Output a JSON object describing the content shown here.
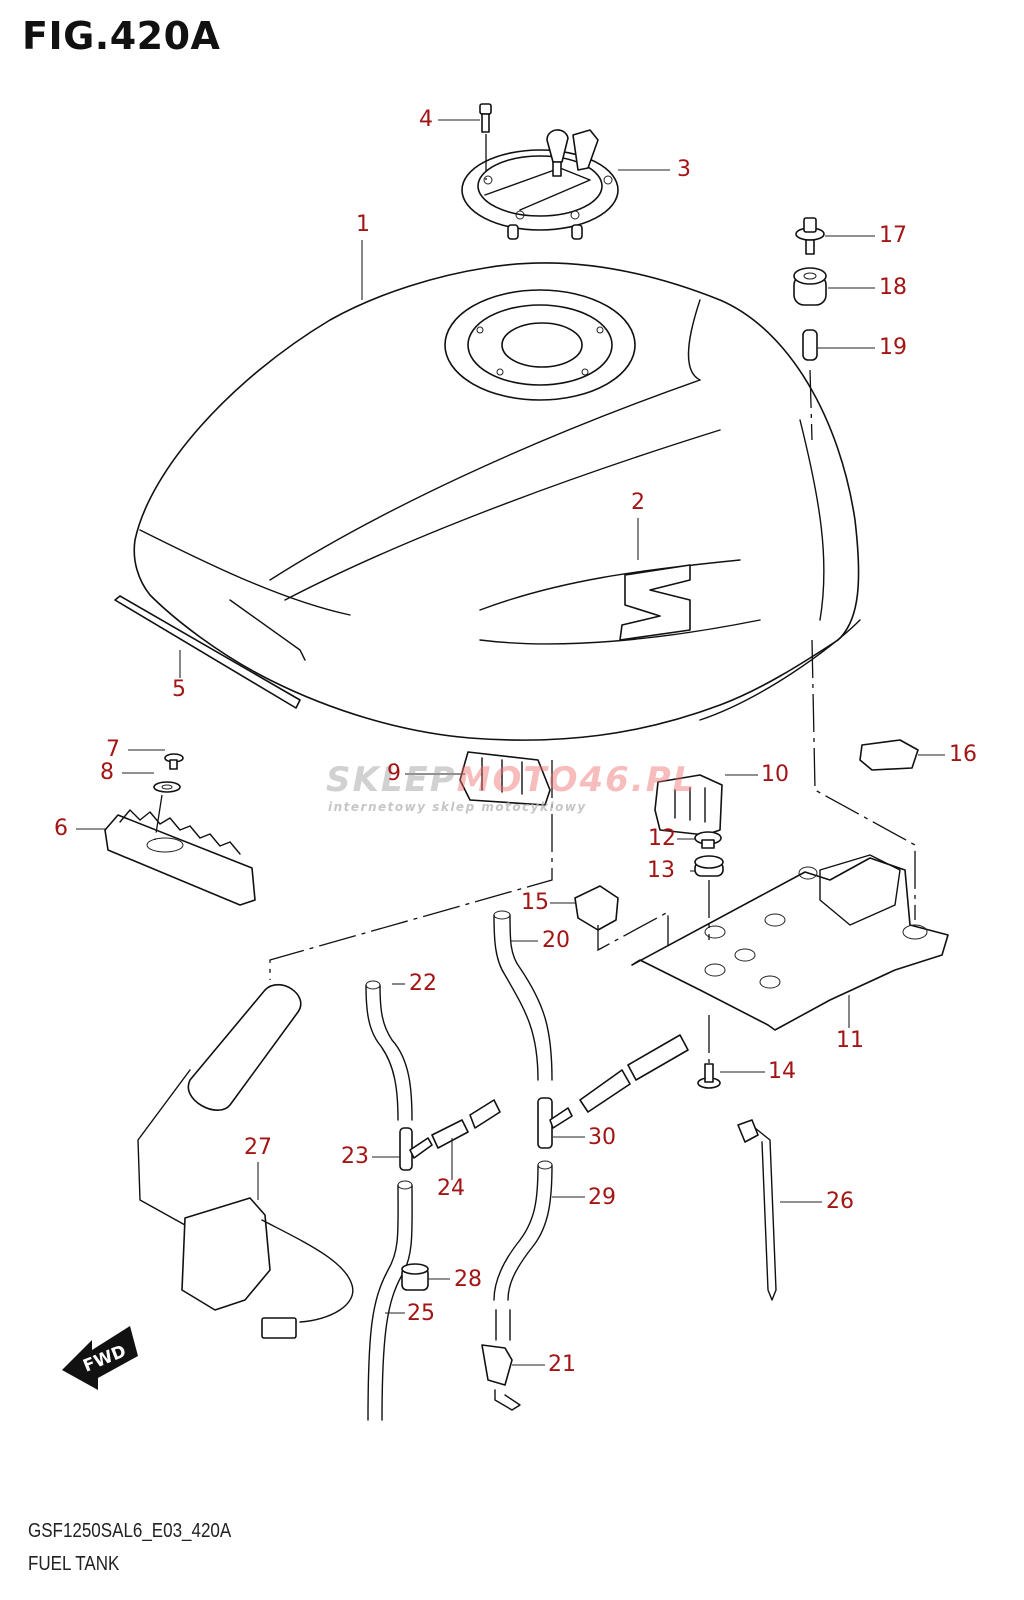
{
  "figure": {
    "title": "FIG.420A",
    "code": "GSF1250SAL6_E03_420A",
    "name": "FUEL TANK"
  },
  "watermark": {
    "brand_part1": "SKLEP",
    "brand_part2": "MOTO46.PL",
    "tagline": "internetowy sklep motocyklowy"
  },
  "colors": {
    "callout": "#a31515",
    "line": "#111111",
    "background": "#ffffff"
  },
  "fwd_label": "FWD",
  "callouts": [
    {
      "id": "1",
      "part": "fuel-tank"
    },
    {
      "id": "2",
      "part": "emblem"
    },
    {
      "id": "3",
      "part": "fuel-cap-assy"
    },
    {
      "id": "4",
      "part": "cap-bolt"
    },
    {
      "id": "5",
      "part": "tank-rubber-strip"
    },
    {
      "id": "6",
      "part": "rear-tank-cushion"
    },
    {
      "id": "7",
      "part": "screw"
    },
    {
      "id": "8",
      "part": "washer"
    },
    {
      "id": "9",
      "part": "front-cushion"
    },
    {
      "id": "10",
      "part": "cushion"
    },
    {
      "id": "11",
      "part": "tank-bracket"
    },
    {
      "id": "12",
      "part": "collar"
    },
    {
      "id": "13",
      "part": "grommet"
    },
    {
      "id": "14",
      "part": "bolt"
    },
    {
      "id": "15",
      "part": "cushion-block"
    },
    {
      "id": "16",
      "part": "pad"
    },
    {
      "id": "17",
      "part": "mount-bolt"
    },
    {
      "id": "18",
      "part": "mount-cushion"
    },
    {
      "id": "19",
      "part": "spacer"
    },
    {
      "id": "20",
      "part": "hose"
    },
    {
      "id": "21",
      "part": "clamp"
    },
    {
      "id": "22",
      "part": "hose"
    },
    {
      "id": "23",
      "part": "3-way-joint"
    },
    {
      "id": "24",
      "part": "hose"
    },
    {
      "id": "25",
      "part": "drain-hose"
    },
    {
      "id": "26",
      "part": "hose-clip"
    },
    {
      "id": "27",
      "part": "fuel-level-gauge"
    },
    {
      "id": "28",
      "part": "cap"
    },
    {
      "id": "29",
      "part": "hose"
    },
    {
      "id": "30",
      "part": "3-way-joint"
    }
  ]
}
